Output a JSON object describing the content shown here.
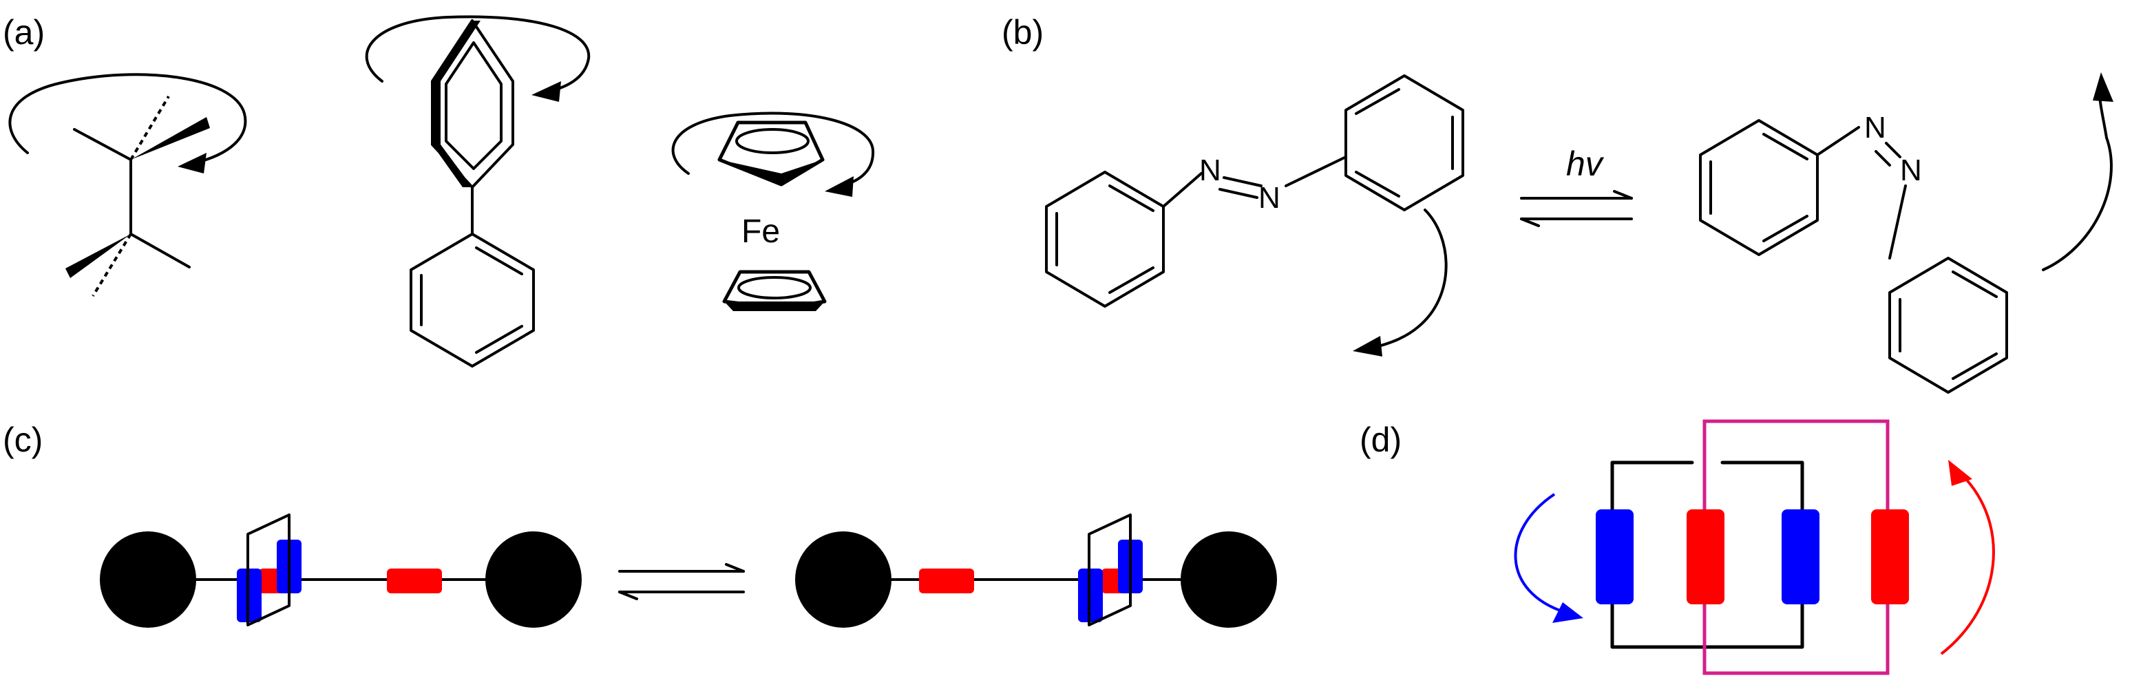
{
  "panels": {
    "a": {
      "label": "(a)",
      "fe_label": "Fe"
    },
    "b": {
      "label": "(b)",
      "n_upper_left": "N",
      "n_lower_left": "N",
      "n_upper_right": "N",
      "n_lower_right": "N",
      "light_label": "hv"
    },
    "c": {
      "label": "(c)"
    },
    "d": {
      "label": "(d)"
    }
  },
  "colors": {
    "station_red": "#ff0000",
    "station_blue": "#0000ff",
    "stopper_black": "#000000",
    "cage_magenta": "#d4208a"
  }
}
